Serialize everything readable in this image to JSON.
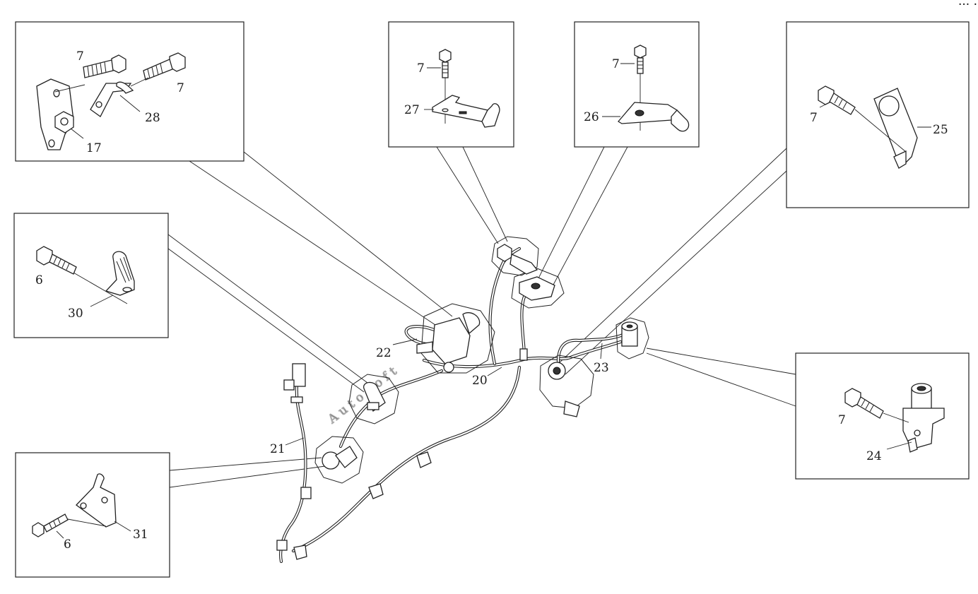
{
  "watermark": "AutoSoft",
  "corner_mark": "··· ···",
  "callouts": {
    "c6a": "6",
    "c6b": "6",
    "c7a": "7",
    "c7b": "7",
    "c7c": "7",
    "c7d": "7",
    "c7e": "7",
    "c7f": "7",
    "c17": "17",
    "c20": "20",
    "c21": "21",
    "c22": "22",
    "c23": "23",
    "c24": "24",
    "c25": "25",
    "c26": "26",
    "c27": "27",
    "c28": "28",
    "c30": "30",
    "c31": "31"
  }
}
